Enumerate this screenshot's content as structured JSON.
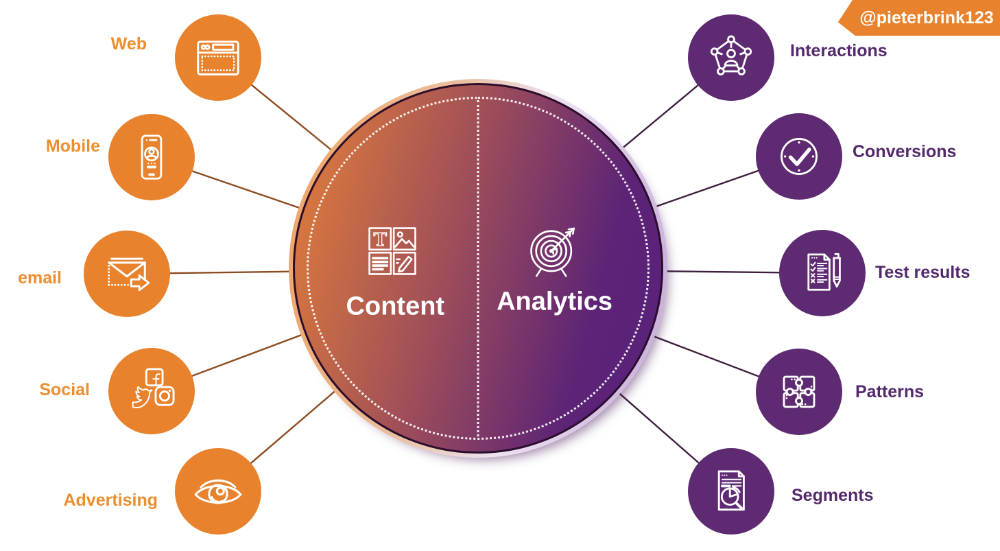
{
  "watermark": {
    "handle": "@pieterbrink123"
  },
  "center": {
    "left_half": {
      "label": "Content",
      "icon": "content-grid-icon"
    },
    "right_half": {
      "label": "Analytics",
      "icon": "target-arrow-icon"
    }
  },
  "left_nodes": [
    {
      "label": "Web",
      "icon": "browser-window-icon"
    },
    {
      "label": "Mobile",
      "icon": "smartphone-user-icon"
    },
    {
      "label": "email",
      "icon": "envelope-send-icon"
    },
    {
      "label": "Social",
      "icon": "social-networks-icon"
    },
    {
      "label": "Advertising",
      "icon": "eye-icon"
    }
  ],
  "right_nodes": [
    {
      "label": "Interactions",
      "icon": "network-pentagon-icon"
    },
    {
      "label": "Conversions",
      "icon": "clock-check-icon"
    },
    {
      "label": "Test results",
      "icon": "checklist-pen-icon"
    },
    {
      "label": "Patterns",
      "icon": "puzzle-pieces-icon"
    },
    {
      "label": "Segments",
      "icon": "report-pie-magnifier-icon"
    }
  ],
  "colors": {
    "orange": "#E8822C",
    "purple": "#5E2A72",
    "orange_text": "#ED8E2E",
    "purple_text": "#53296B",
    "line_left": "#8C4B1F",
    "line_right": "#3E1E3D"
  }
}
